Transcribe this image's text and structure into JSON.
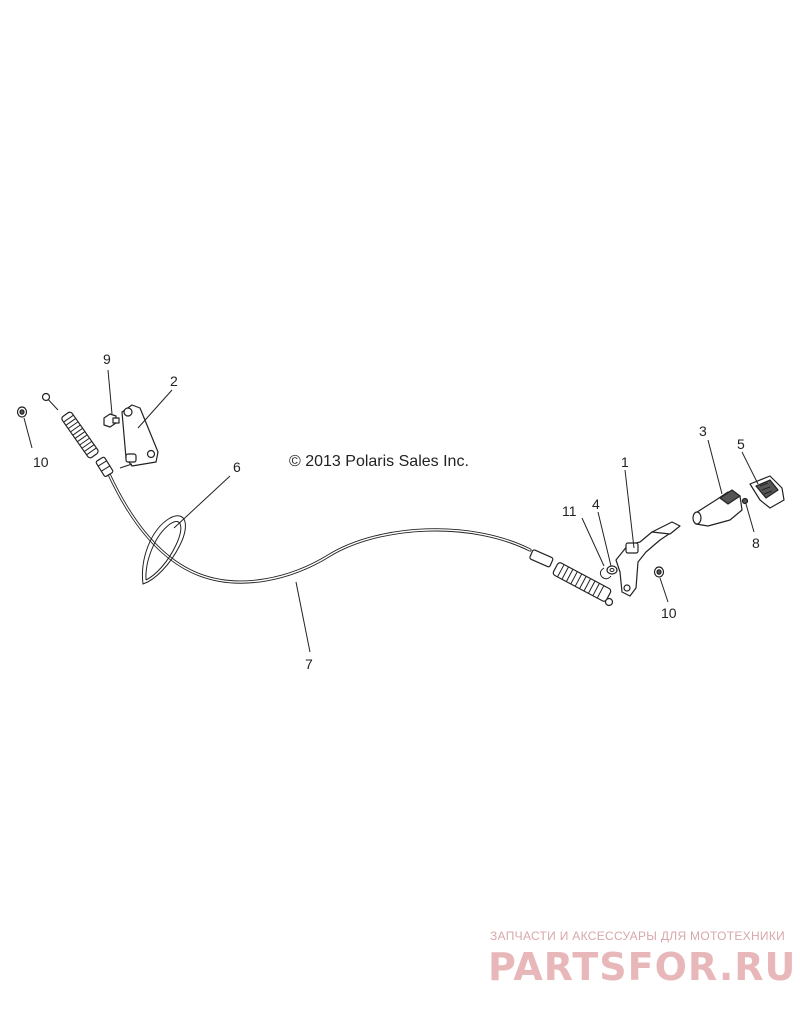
{
  "copyright": "© 2013 Polaris Sales Inc.",
  "callouts": [
    {
      "id": "c-9",
      "text": "9"
    },
    {
      "id": "c-2",
      "text": "2"
    },
    {
      "id": "c-10-left",
      "text": "10"
    },
    {
      "id": "c-6",
      "text": "6"
    },
    {
      "id": "c-7",
      "text": "7"
    },
    {
      "id": "c-3",
      "text": "3"
    },
    {
      "id": "c-5",
      "text": "5"
    },
    {
      "id": "c-1",
      "text": "1"
    },
    {
      "id": "c-11",
      "text": "11"
    },
    {
      "id": "c-4",
      "text": "4"
    },
    {
      "id": "c-8",
      "text": "8"
    },
    {
      "id": "c-10-right",
      "text": "10"
    }
  ],
  "watermark": {
    "tagline": "ЗАПЧАСТИ И АКСЕССУАРЫ ДЛЯ МОТОТЕХНИКИ",
    "brand": "PARTSFOR.RU",
    "color": "#e7b7b9"
  }
}
